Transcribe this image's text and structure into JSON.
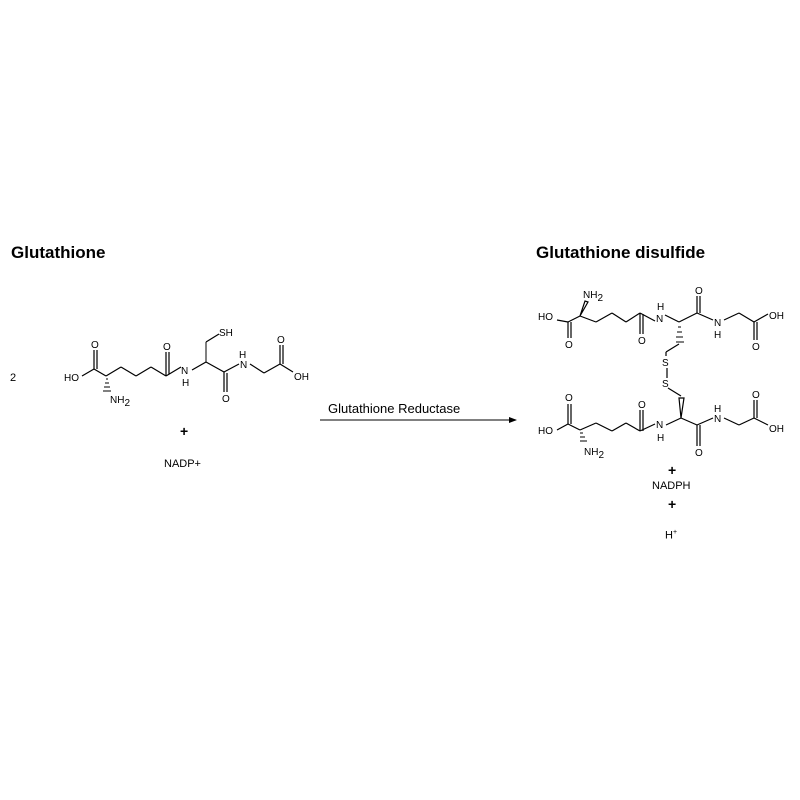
{
  "reactant": {
    "title": "Glutathione",
    "coefficient": "2",
    "plus": "+",
    "cofactor": "NADP+",
    "atoms": {
      "sh": "SH",
      "oh_left": "HO",
      "o_acid_top": "O",
      "nh2": "NH",
      "nh2_sub": "2",
      "o_amide1": "O",
      "n_amide1": "N",
      "h_amide1": "H",
      "o_amide2": "O",
      "n_amide2": "N",
      "h_amide2": "H",
      "o_gly": "O",
      "oh_gly": "OH"
    }
  },
  "enzyme": {
    "label": "Glutathione Reductase"
  },
  "product": {
    "title": "Glutathione disulfide",
    "plus": "+",
    "cofactor": "NADPH",
    "proton": "H",
    "proton_charge": "+",
    "top_atoms": {
      "nh2": "NH",
      "nh2_sub": "2",
      "ho": "HO",
      "o_acid": "O",
      "o_amide1": "O",
      "n_amide1": "N",
      "h_amide1": "H",
      "o_amide2": "O",
      "n_amide2": "N",
      "h_amide2": "H",
      "o_gly": "O",
      "oh_gly": "OH"
    },
    "disulfide": {
      "s1": "S",
      "s2": "S"
    },
    "bottom_atoms": {
      "o_acid": "O",
      "ho": "HO",
      "nh2": "NH",
      "nh2_sub": "2",
      "o_amide1": "O",
      "n_amide1": "N",
      "h_amide1": "H",
      "o_amide2": "O",
      "n_amide2": "N",
      "h_amide2": "H",
      "o_gly": "O",
      "oh_gly": "OH"
    }
  }
}
